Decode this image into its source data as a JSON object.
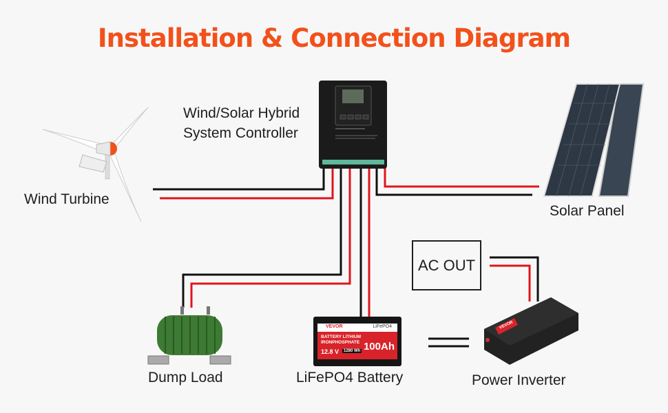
{
  "title": "Installation & Connection Diagram",
  "labels": {
    "controller_line1": "Wind/Solar Hybrid",
    "controller_line2": "System Controller",
    "wind_turbine": "Wind Turbine",
    "solar_panel": "Solar Panel",
    "ac_out": "AC OUT",
    "dump_load": "Dump Load",
    "battery": "LiFePO4 Battery",
    "inverter": "Power Inverter"
  },
  "battery_label": {
    "brand": "VEVOR",
    "chem": "LiFePO4",
    "line1": "BATTERY LITHIUM",
    "line2": "IRONPHOSPHATE",
    "voltage": "12.8 V",
    "energy": "1280 Wh",
    "capacity": "100Ah"
  },
  "inverter_brand": "VEVOR",
  "colors": {
    "title": "#f2511b",
    "positive_wire": "#e0141b",
    "negative_wire": "#111111",
    "battery_red": "#d8232a",
    "resistor_green": "#3d7a33"
  }
}
